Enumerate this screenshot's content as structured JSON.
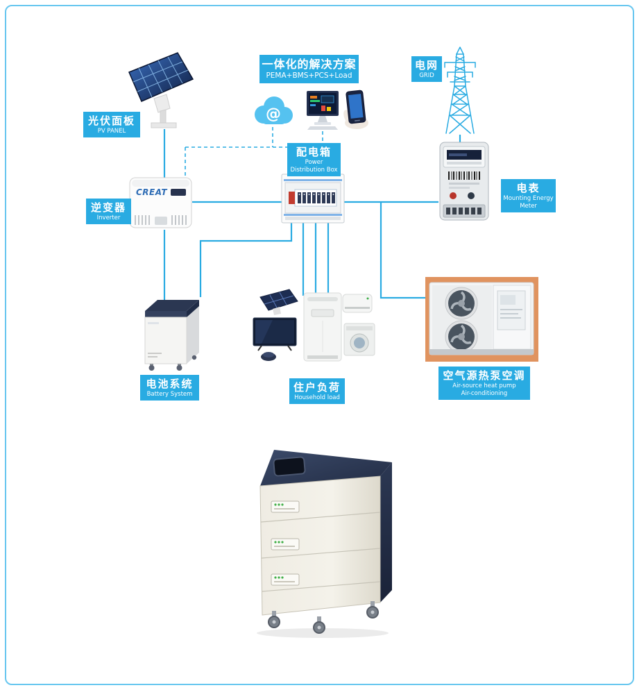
{
  "page": {
    "bg": "#ffffff",
    "border_color": "#67c6ef"
  },
  "colors": {
    "label_bg": "#29abe2",
    "line": "#29abe2",
    "navy": "#2b3752",
    "heat_pump_photo_bg": "#e0935f"
  },
  "labels": {
    "pv": {
      "zh": "光伏面板",
      "en": "PV PANEL"
    },
    "solution": {
      "zh": "一体化的解决方案",
      "en": "PEMA+BMS+PCS+Load"
    },
    "grid": {
      "zh": "电网",
      "en": "GRID"
    },
    "distribution": {
      "zh": "配电箱",
      "en1": "Power",
      "en2": "Distribution Box"
    },
    "meter": {
      "zh": "电表",
      "en1": "Mounting Energy",
      "en2": "Meter"
    },
    "inverter": {
      "zh": "逆变器",
      "en": "Inverter"
    },
    "battery": {
      "zh": "电池系统",
      "en": "Battery System"
    },
    "household": {
      "zh": "住户负荷",
      "en": "Household load"
    },
    "heat_pump": {
      "zh": "空气源热泵空调",
      "en1": "Air-source heat pump",
      "en2": "Air-conditioning"
    }
  },
  "devices": {
    "inverter_brand": "CREAT",
    "cloud_symbol": "@"
  }
}
